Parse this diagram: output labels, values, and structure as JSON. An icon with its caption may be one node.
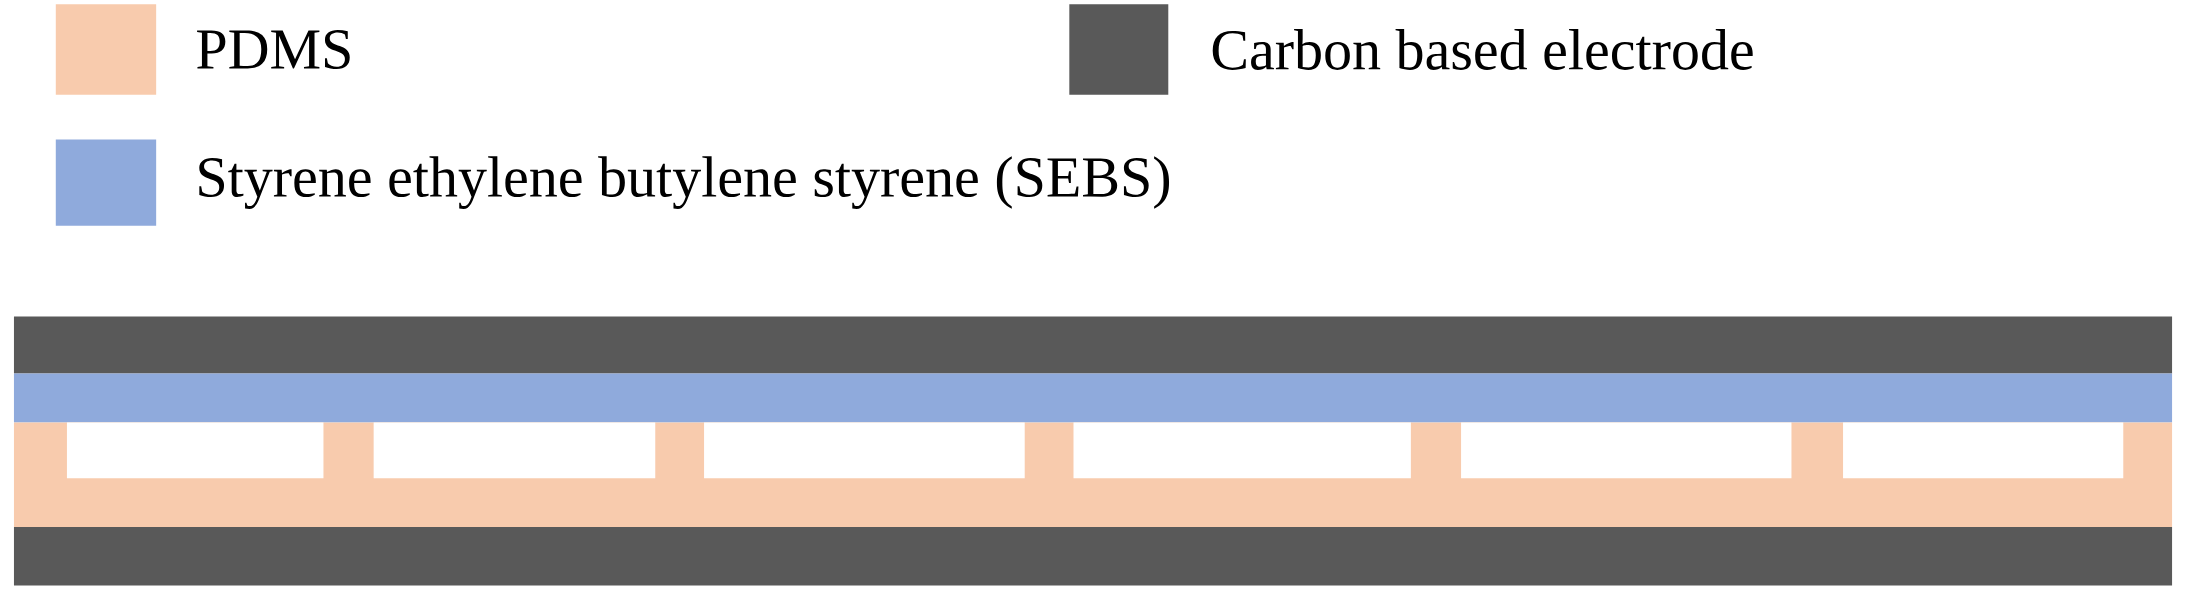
{
  "diagram": {
    "legend": [
      {
        "text": "PDMS",
        "color": "#f8cbad"
      },
      {
        "text": "Carbon based electrode",
        "color": "#595959"
      },
      {
        "text": "Styrene ethylene butylene styrene (SEBS)",
        "color": "#8faadc"
      }
    ]
  }
}
